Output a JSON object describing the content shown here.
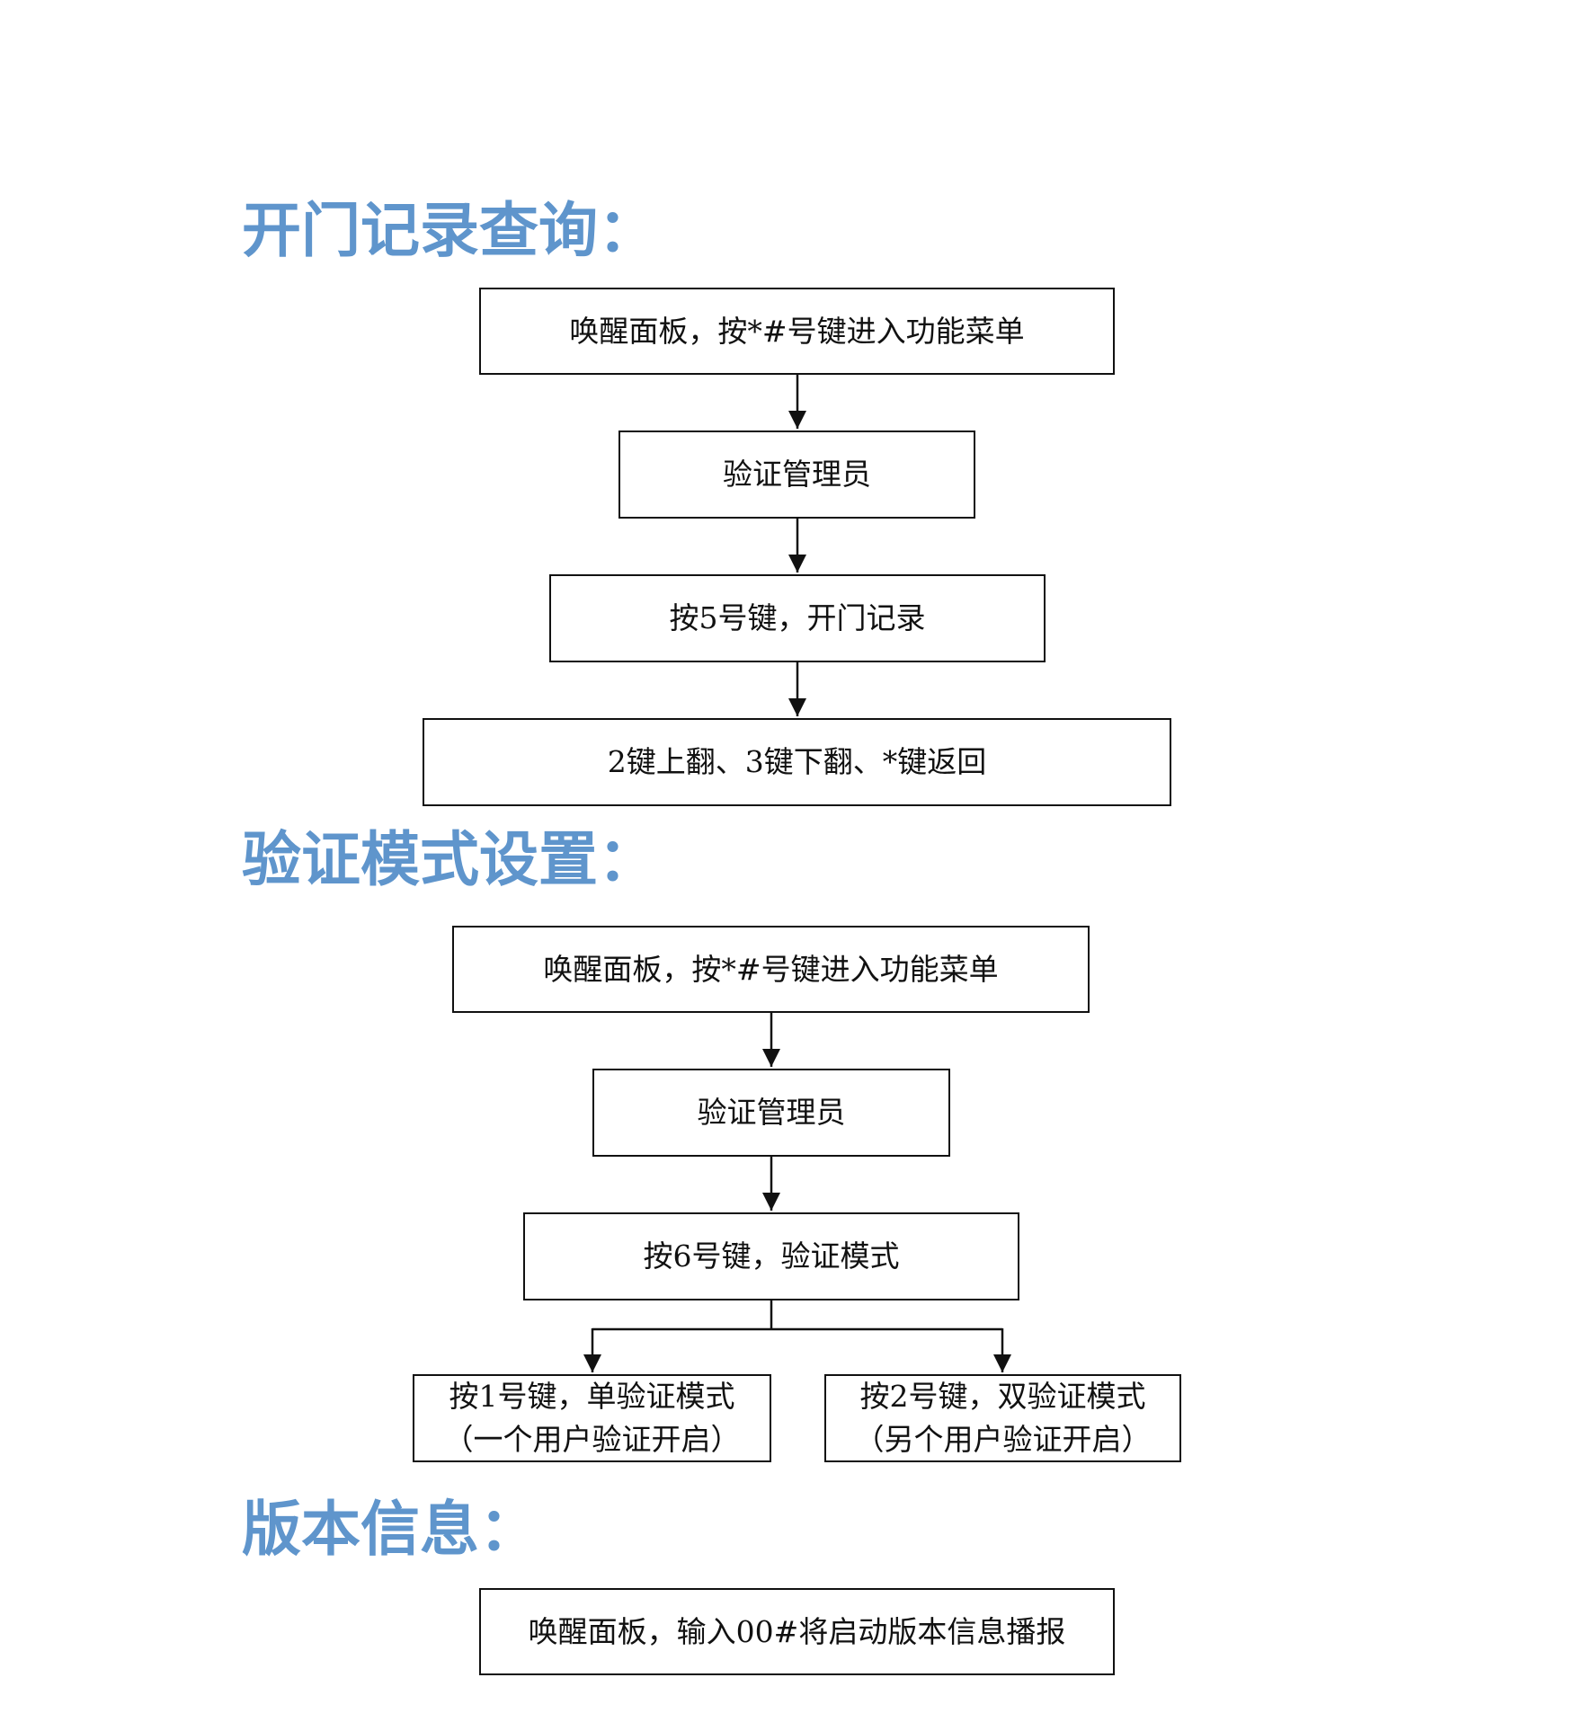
{
  "door_log": {
    "title": "开门记录查询：",
    "steps": [
      "唤醒面板，按*#号键进入功能菜单",
      "验证管理员",
      "按5号键，开门记录",
      "2键上翻、3键下翻、*键返回"
    ]
  },
  "verify_mode": {
    "title": "验证模式设置：",
    "steps": [
      "唤醒面板，按*#号键进入功能菜单",
      "验证管理员",
      "按6号键，验证模式"
    ],
    "options": [
      {
        "line1": "按1号键，单验证模式",
        "line2": "（一个用户验证开启）"
      },
      {
        "line1": "按2号键，双验证模式",
        "line2": "（另个用户验证开启）"
      }
    ]
  },
  "version": {
    "title": "版本信息：",
    "steps": [
      "唤醒面板，输入00#将启动版本信息播报"
    ]
  }
}
